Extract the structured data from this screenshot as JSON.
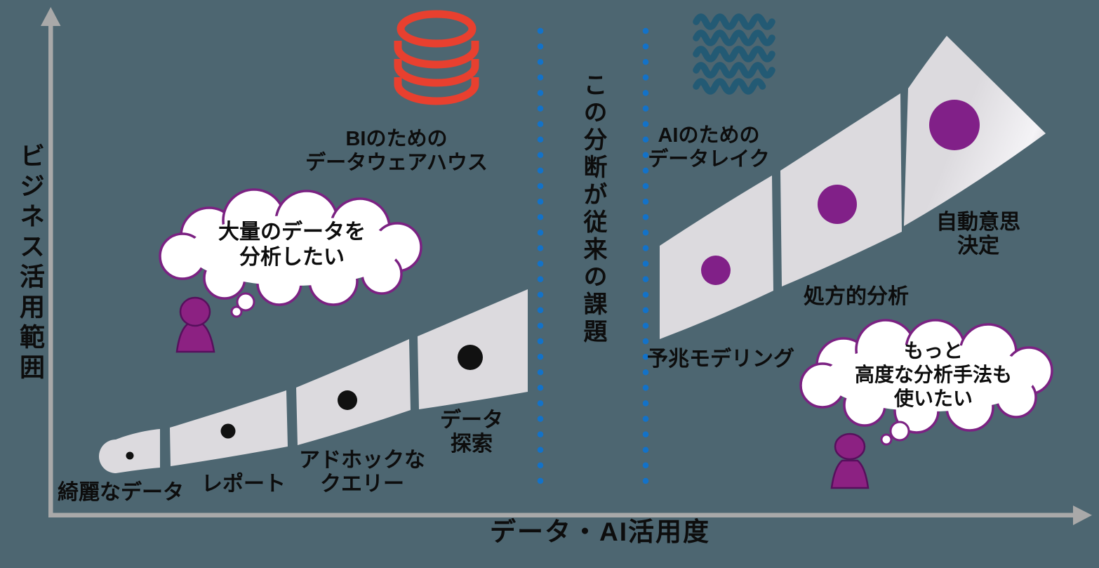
{
  "diagram": {
    "y_axis_label": "ビジネス活用範囲",
    "x_axis_label": "データ・AI活用度",
    "divider_note": "この分断が従来の課題",
    "bi_caption": {
      "line1": "BIのための",
      "line2": "データウェアハウス"
    },
    "ai_caption": {
      "line1": "AIのための",
      "line2": "データレイク"
    },
    "left_bubble": {
      "line1": "大量のデータを",
      "line2": "分析したい"
    },
    "right_bubble": {
      "line1": "もっと",
      "line2": "高度な分析手法も",
      "line3": "使いたい"
    },
    "stages_left": [
      "綺麗なデータ",
      "レポート",
      {
        "line1": "アドホックな",
        "line2": "クエリー"
      },
      {
        "line1": "データ",
        "line2": "探索"
      }
    ],
    "stages_right": [
      "予兆モデリング",
      "処方的分析",
      {
        "line1": "自動意思",
        "line2": "決定"
      }
    ],
    "icons": {
      "warehouse": "database-icon",
      "lake": "waves-icon",
      "thinkers": "person-pawn-icon"
    },
    "colors": {
      "background": "#4d6671",
      "band_gray": "#dcdade",
      "warehouse_red": "#e8402f",
      "lake_teal": "#235a74",
      "dot_purple": "#812088",
      "dot_black": "#111111",
      "axis_gray": "#a9a9a9",
      "dotted_blue": "#1372c8",
      "bubble_outline": "#7b2182",
      "person_purple": "#8c2182"
    }
  }
}
